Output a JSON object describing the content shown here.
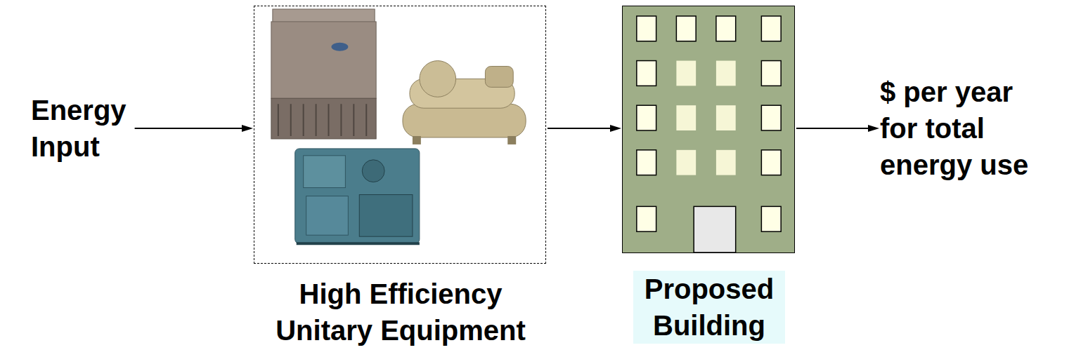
{
  "diagram": {
    "nodes": [
      {
        "text": [
          "Energy Input"
        ]
      },
      {
        "text": [
          "High Efficiency Unitary Equipment"
        ]
      },
      {
        "text": [
          "Proposed Building"
        ]
      },
      {
        "text": [
          "$ per year for total energy use"
        ]
      }
    ],
    "edges": [
      {
        "from": 0,
        "to": 1,
        "arrow": "to"
      },
      {
        "from": 1,
        "to": 2,
        "arrow": "to"
      },
      {
        "from": 2,
        "to": 3,
        "arrow": "to"
      }
    ]
  }
}
